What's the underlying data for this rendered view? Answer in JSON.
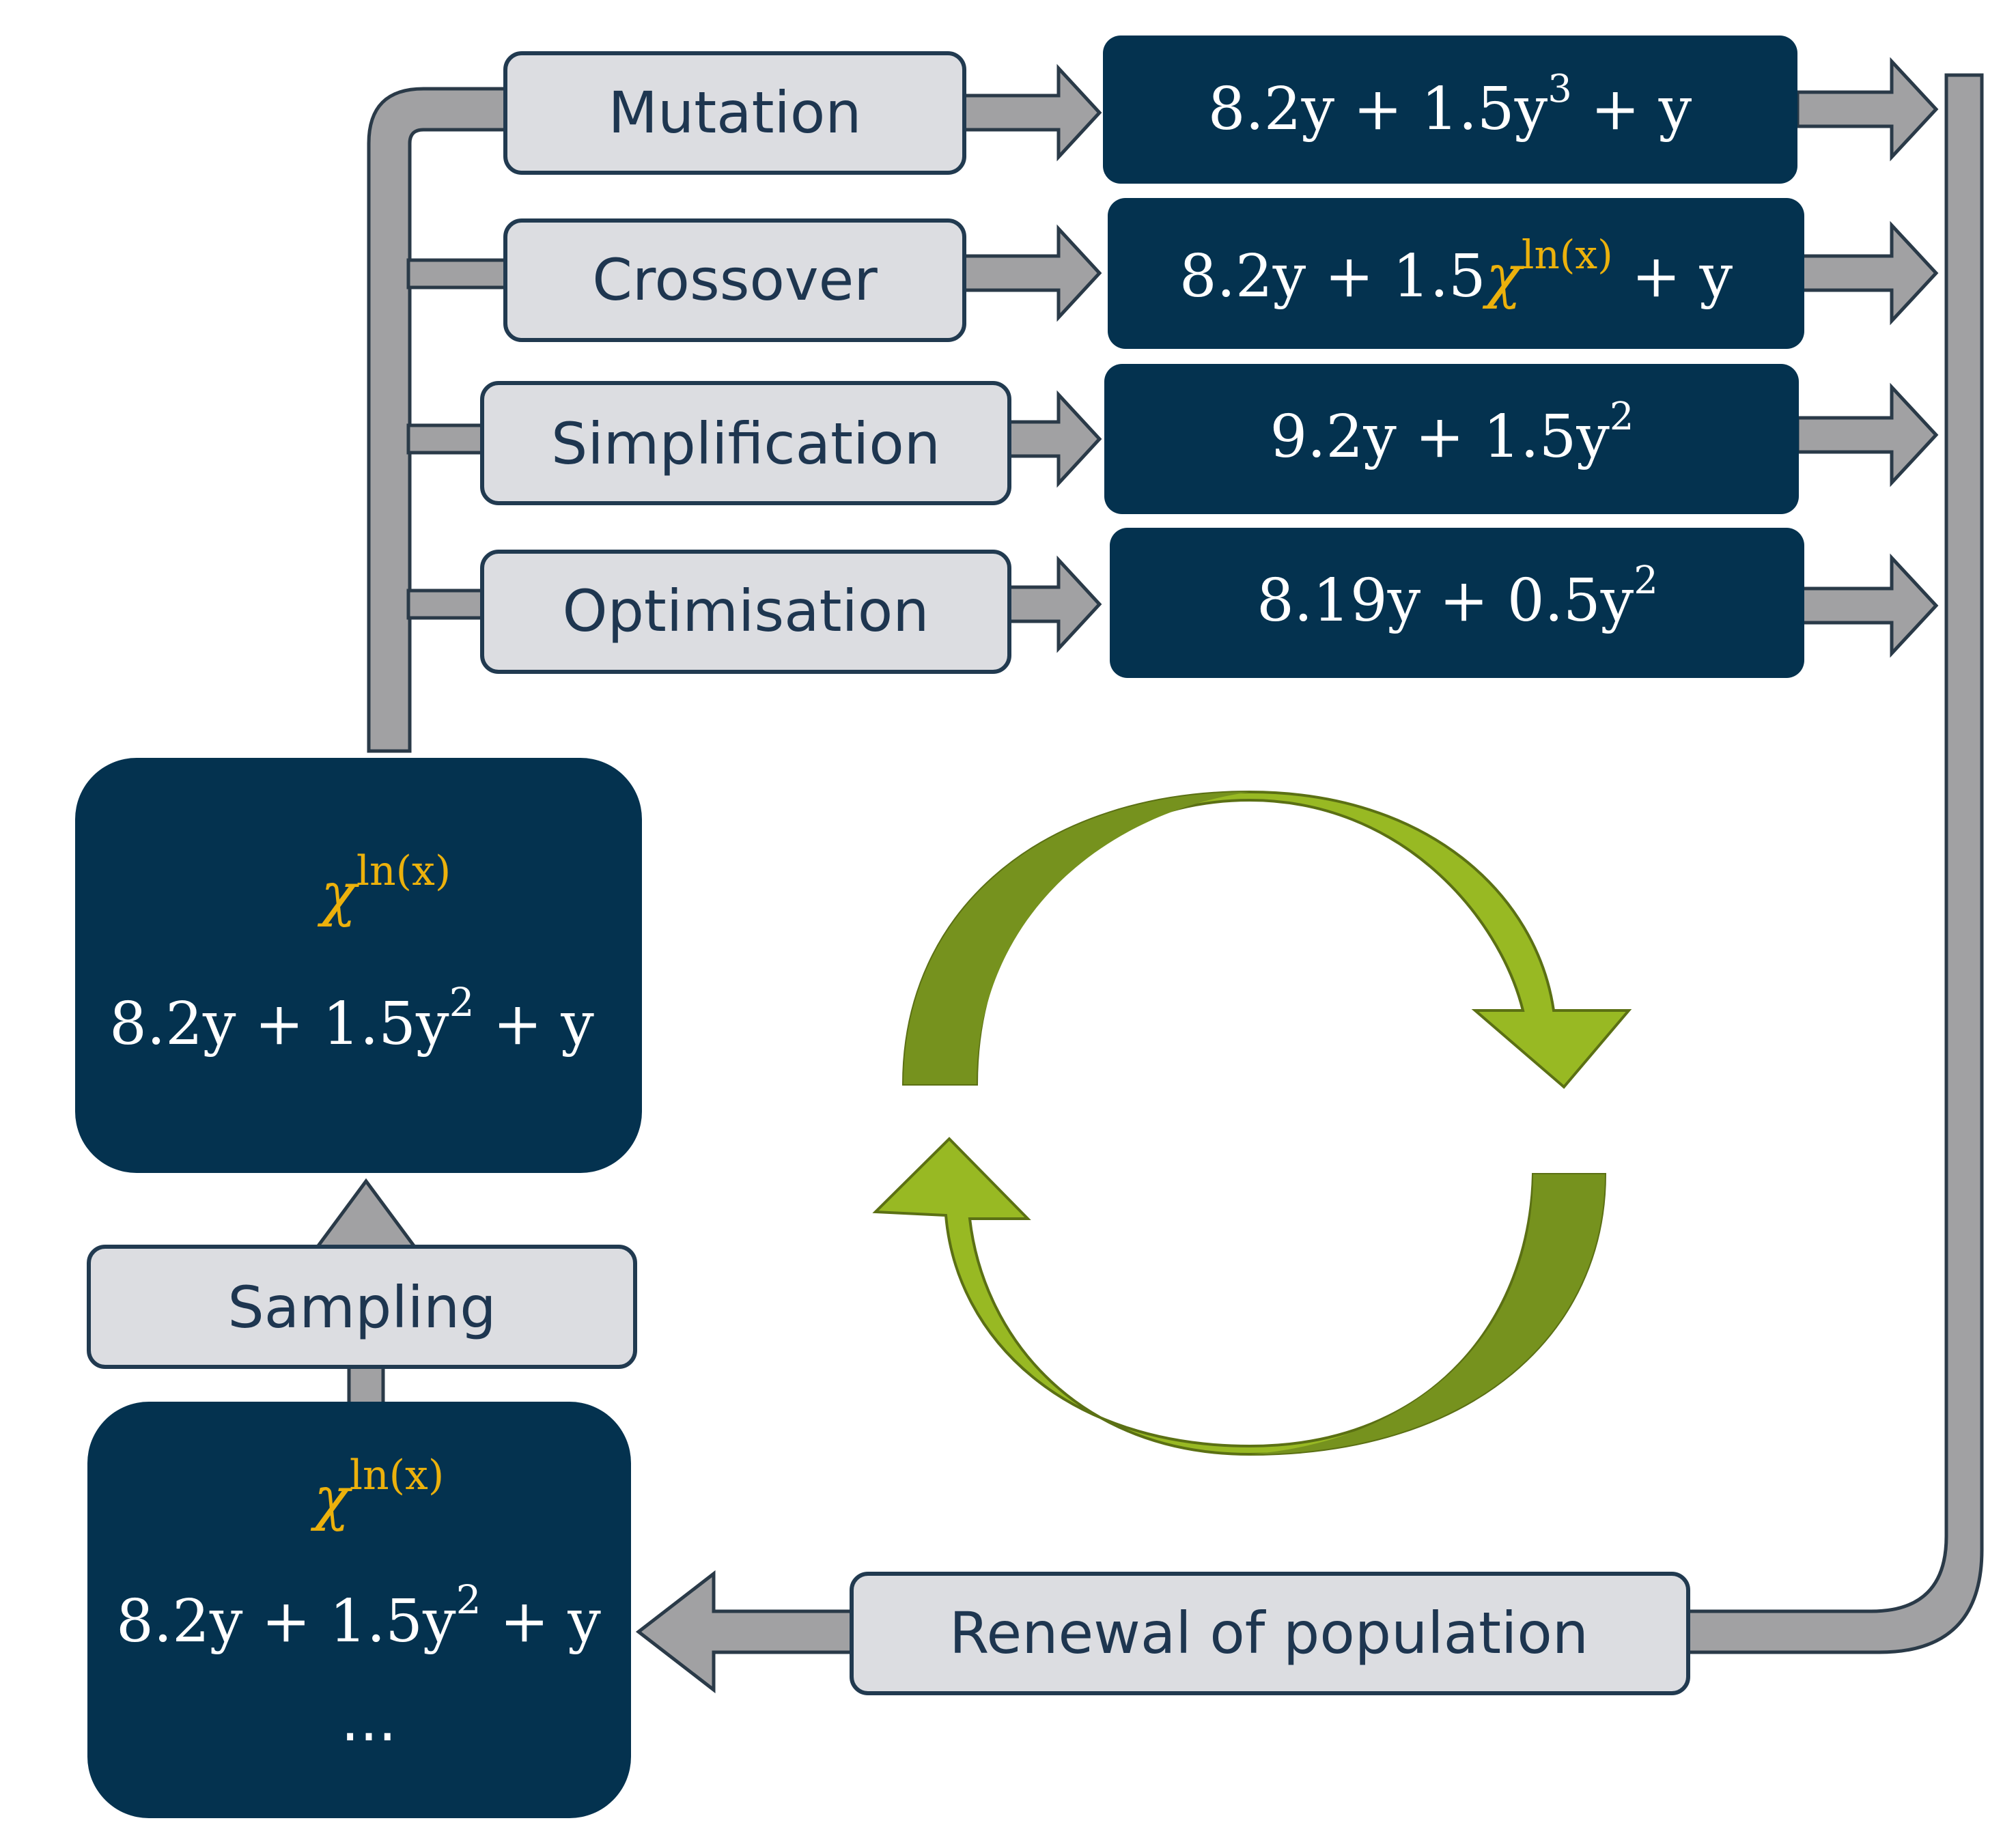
{
  "operators": [
    {
      "label": "Mutation"
    },
    {
      "label": "Crossover"
    },
    {
      "label": "Simplification"
    },
    {
      "label": "Optimisation"
    }
  ],
  "results": [
    {
      "pre": "8.2y + 1.5y",
      "sup": "3",
      "post": " + y"
    },
    {
      "pre": "8.2y + 1.5",
      "gold": "χ",
      "gold_sup": "ln(x)",
      "post": " + y"
    },
    {
      "pre": "9.2y + 1.5y",
      "sup": "2",
      "post": ""
    },
    {
      "pre": "8.19y + 0.5y",
      "sup": "2",
      "post": ""
    }
  ],
  "sample": {
    "gold": "χ",
    "gold_sup": "ln(x)",
    "eq_pre": "8.2y + 1.5y",
    "eq_sup": "2",
    "eq_post": " + y"
  },
  "sampling_label": "Sampling",
  "population": {
    "gold": "χ",
    "gold_sup": "ln(x)",
    "eq_pre": "8.2y + 1.5y",
    "eq_sup": "2",
    "eq_post": " + y",
    "more": "..."
  },
  "renewal_label": "Renewal of population",
  "colors": {
    "dark_box": "#04324f",
    "operator_box": "#dcdde1",
    "arrow": "#a1a1a3",
    "gold_text": "#ecb10c",
    "cycle_light": "#98b923",
    "cycle_dark": "#76921e"
  },
  "icons": [
    "cycle-arrows-icon"
  ]
}
